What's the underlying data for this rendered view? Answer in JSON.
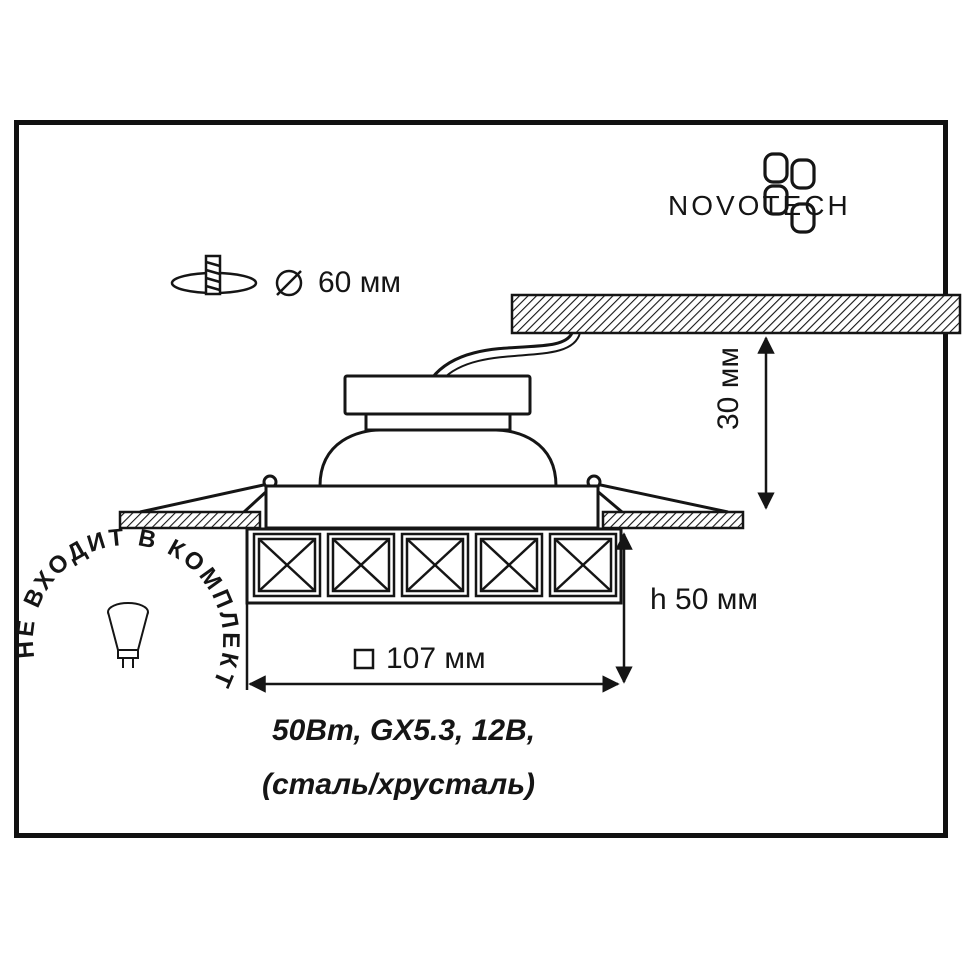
{
  "brand": {
    "name": "NOVOTECH"
  },
  "dimensions": {
    "cutout_label": "60 мм",
    "depth_label": "30 мм",
    "height_label": "h 50 мм",
    "width_label": "107 мм"
  },
  "specs": {
    "line1": "50Вт, GX5.3, 12В,",
    "line2": "(сталь/хрусталь)"
  },
  "bulb_badge": {
    "text": "НЕ ВХОДИТ В КОМПЛЕКТ",
    "icon": "mr16-bulb-icon"
  },
  "colors": {
    "line": "#151515",
    "background": "#ffffff"
  }
}
